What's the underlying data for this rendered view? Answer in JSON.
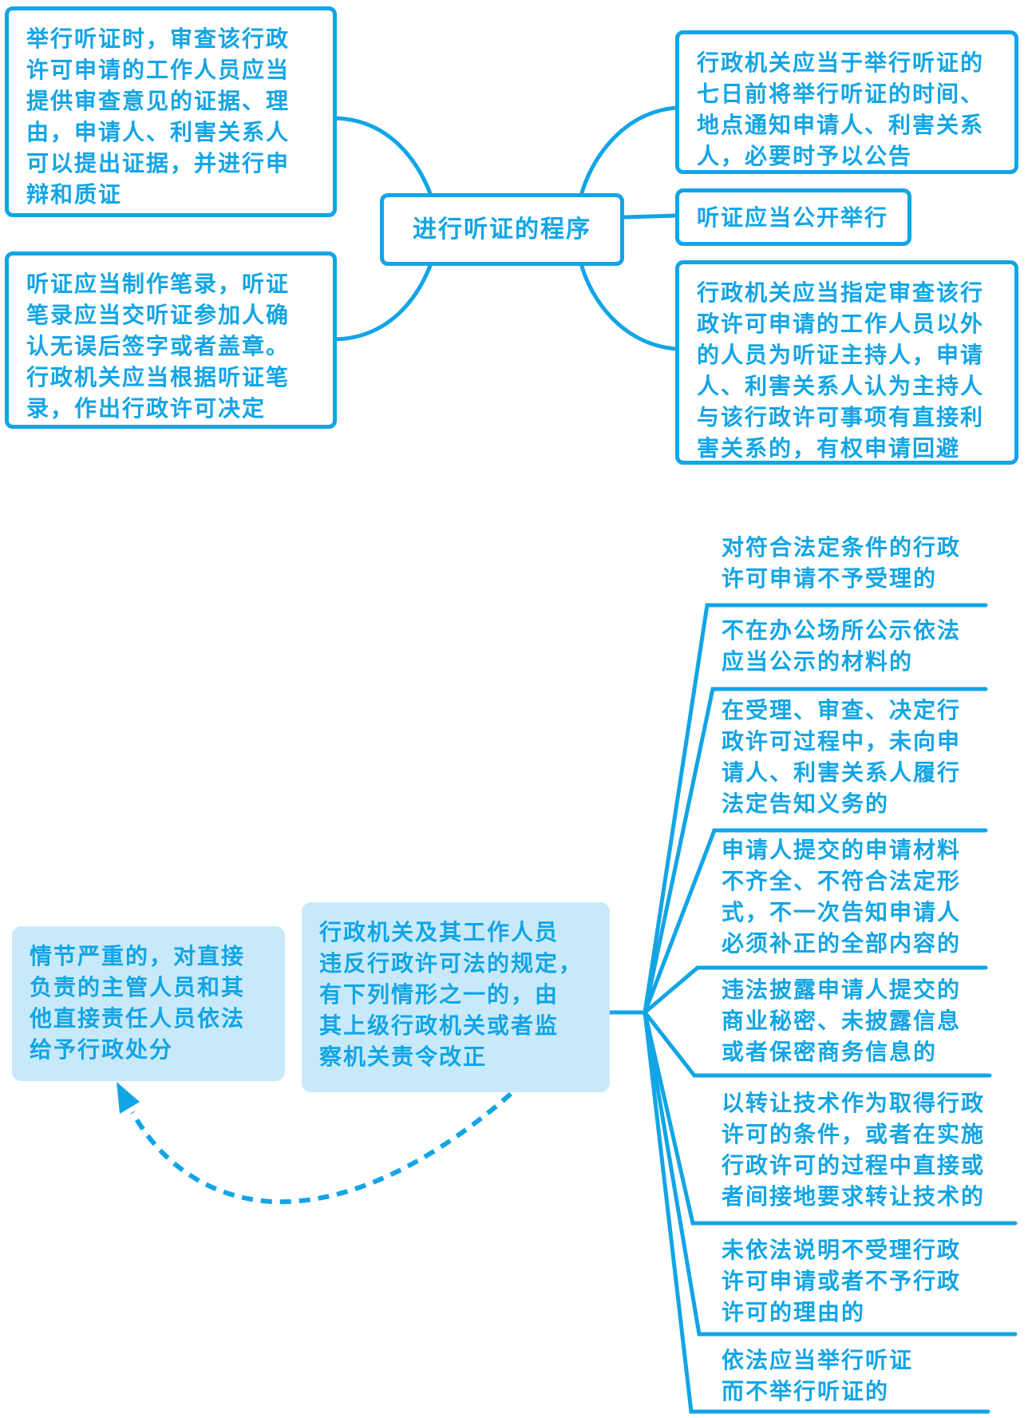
{
  "colors": {
    "accent": "#12a5e6",
    "fill": "#c8e9f9",
    "background": "#ffffff"
  },
  "hearing_procedure": {
    "center": "进行听证的程序",
    "left": [
      {
        "lines": [
          "举行听证时，审查该行政",
          "许可申请的工作人员应当",
          "提供审查意见的证据、理",
          "由，申请人、利害关系人",
          "可以提出证据，并进行申",
          "辩和质证"
        ]
      },
      {
        "lines": [
          "听证应当制作笔录，听证",
          "笔录应当交听证参加人确",
          "认无误后签字或者盖章。",
          "行政机关应当根据听证笔",
          "录，作出行政许可决定"
        ]
      }
    ],
    "right": [
      {
        "lines": [
          "行政机关应当于举行听证的",
          "七日前将举行听证的时间、",
          "地点通知申请人、利害关系",
          "人，必要时予以公告"
        ]
      },
      {
        "lines": [
          "听证应当公开举行"
        ]
      },
      {
        "lines": [
          "行政机关应当指定审查该行",
          "政许可申请的工作人员以外",
          "的人员为听证主持人，申请",
          "人、利害关系人认为主持人",
          "与该行政许可事项有直接利",
          "害关系的，有权申请回避"
        ]
      }
    ]
  },
  "liability": {
    "main": {
      "lines": [
        "行政机关及其工作人员",
        "违反行政许可法的规定，",
        "有下列情形之一的，由",
        "其上级行政机关或者监",
        "察机关责令改正"
      ]
    },
    "consequence": {
      "lines": [
        "情节严重的，对直接",
        "负责的主管人员和其",
        "他直接责任人员依法",
        "给予行政处分"
      ]
    },
    "circumstances": [
      {
        "lines": [
          "对符合法定条件的行政",
          "许可申请不予受理的"
        ]
      },
      {
        "lines": [
          "不在办公场所公示依法",
          "应当公示的材料的"
        ]
      },
      {
        "lines": [
          "在受理、审查、决定行",
          "政许可过程中，未向申",
          "请人、利害关系人履行",
          "法定告知义务的"
        ]
      },
      {
        "lines": [
          "申请人提交的申请材料",
          "不齐全、不符合法定形",
          "式，不一次告知申请人",
          "必须补正的全部内容的"
        ]
      },
      {
        "lines": [
          "违法披露申请人提交的",
          "商业秘密、未披露信息",
          "或者保密商务信息的"
        ]
      },
      {
        "lines": [
          "以转让技术作为取得行政",
          "许可的条件，或者在实施",
          "行政许可的过程中直接或",
          "者间接地要求转让技术的"
        ]
      },
      {
        "lines": [
          "未依法说明不受理行政",
          "许可申请或者不予行政",
          "许可的理由的"
        ]
      },
      {
        "lines": [
          "依法应当举行听证",
          "而不举行听证的"
        ]
      }
    ]
  }
}
